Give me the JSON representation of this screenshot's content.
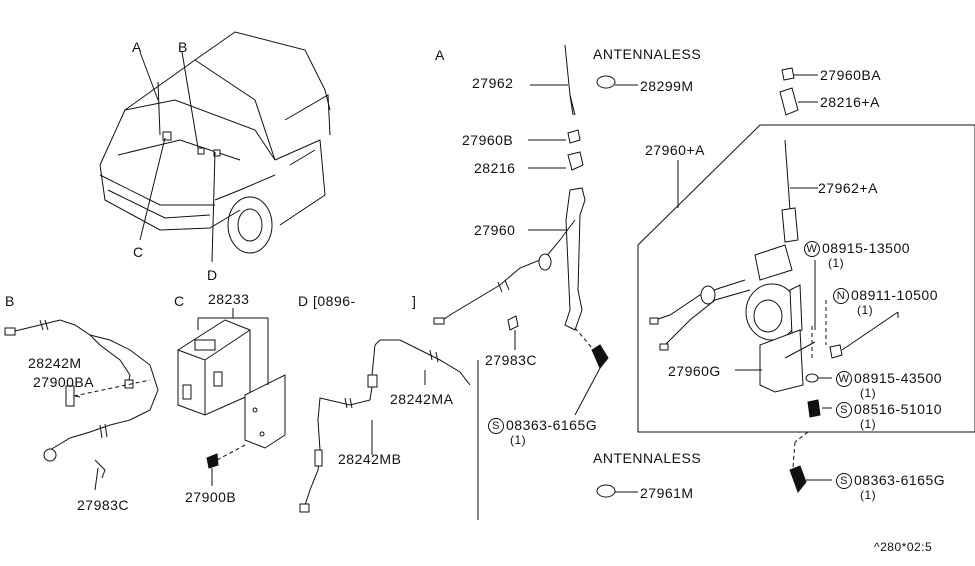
{
  "labels": {
    "ref_a_car": "A",
    "ref_b_car": "B",
    "ref_c_car": "C",
    "ref_d_car": "D",
    "sec_b": "B",
    "sec_c": "C",
    "sec_d": "D",
    "sec_d_range": "[0896-",
    "sec_d_close": "]",
    "sec_a": "A",
    "antennaless_top": "ANTENNALESS",
    "antennaless_bottom": "ANTENNALESS",
    "p28242M": "28242M",
    "p27900BA": "27900BA",
    "p27983C_left": "27983C",
    "p28233": "28233",
    "p27900B": "27900B",
    "p28242MA": "28242MA",
    "p28242MB": "28242MB",
    "p27962": "27962",
    "p27960B": "27960B",
    "p28216": "28216",
    "p27960": "27960",
    "p27983C_mid": "27983C",
    "p08363_mid": "08363-6165G",
    "p08363_mid_qty": "(1)",
    "p28299M": "28299M",
    "p27961M": "27961M",
    "p27960BA": "27960BA",
    "p28216A": "28216+A",
    "p27960A": "27960+A",
    "p27962A": "27962+A",
    "p08915_13500": "08915-13500",
    "p08915_13500_qty": "(1)",
    "p08911_10500": "08911-10500",
    "p08911_10500_qty": "(1)",
    "p27960G": "27960G",
    "p08915_43500": "08915-43500",
    "p08915_43500_qty": "(1)",
    "p08516_51010": "08516-51010",
    "p08516_51010_qty": "(1)",
    "p08363_right": "08363-6165G",
    "p08363_right_qty": "(1)",
    "footer_code": "^280*02:5",
    "sym_S": "S",
    "sym_W": "W",
    "sym_N": "N"
  }
}
